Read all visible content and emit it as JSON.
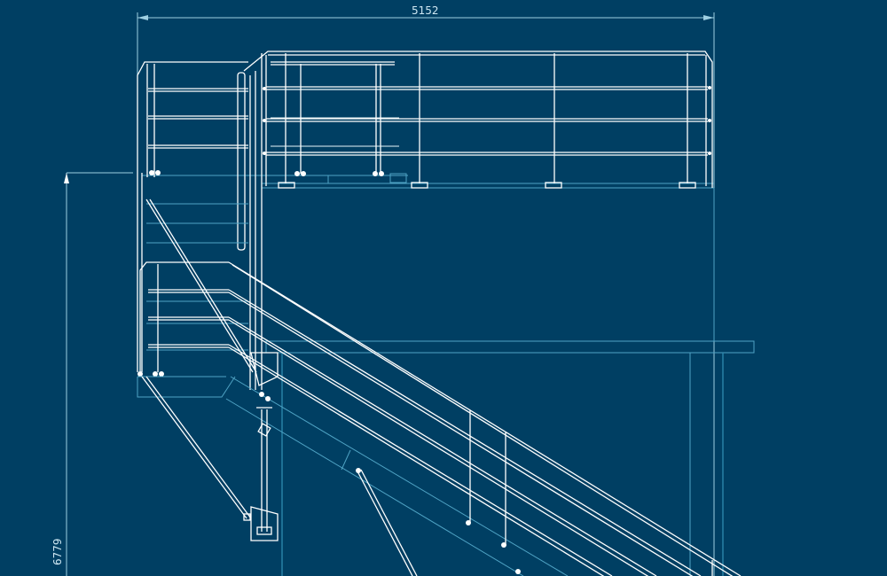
{
  "drawing": {
    "type": "technical-blueprint",
    "subject": "steel staircase with landing platform and handrails",
    "background_color": "#003f63",
    "line_color": "#ffffff",
    "construction_line_color": "#4fa3c4"
  },
  "dimensions": {
    "width_label": "5152",
    "height_label": "6779"
  }
}
